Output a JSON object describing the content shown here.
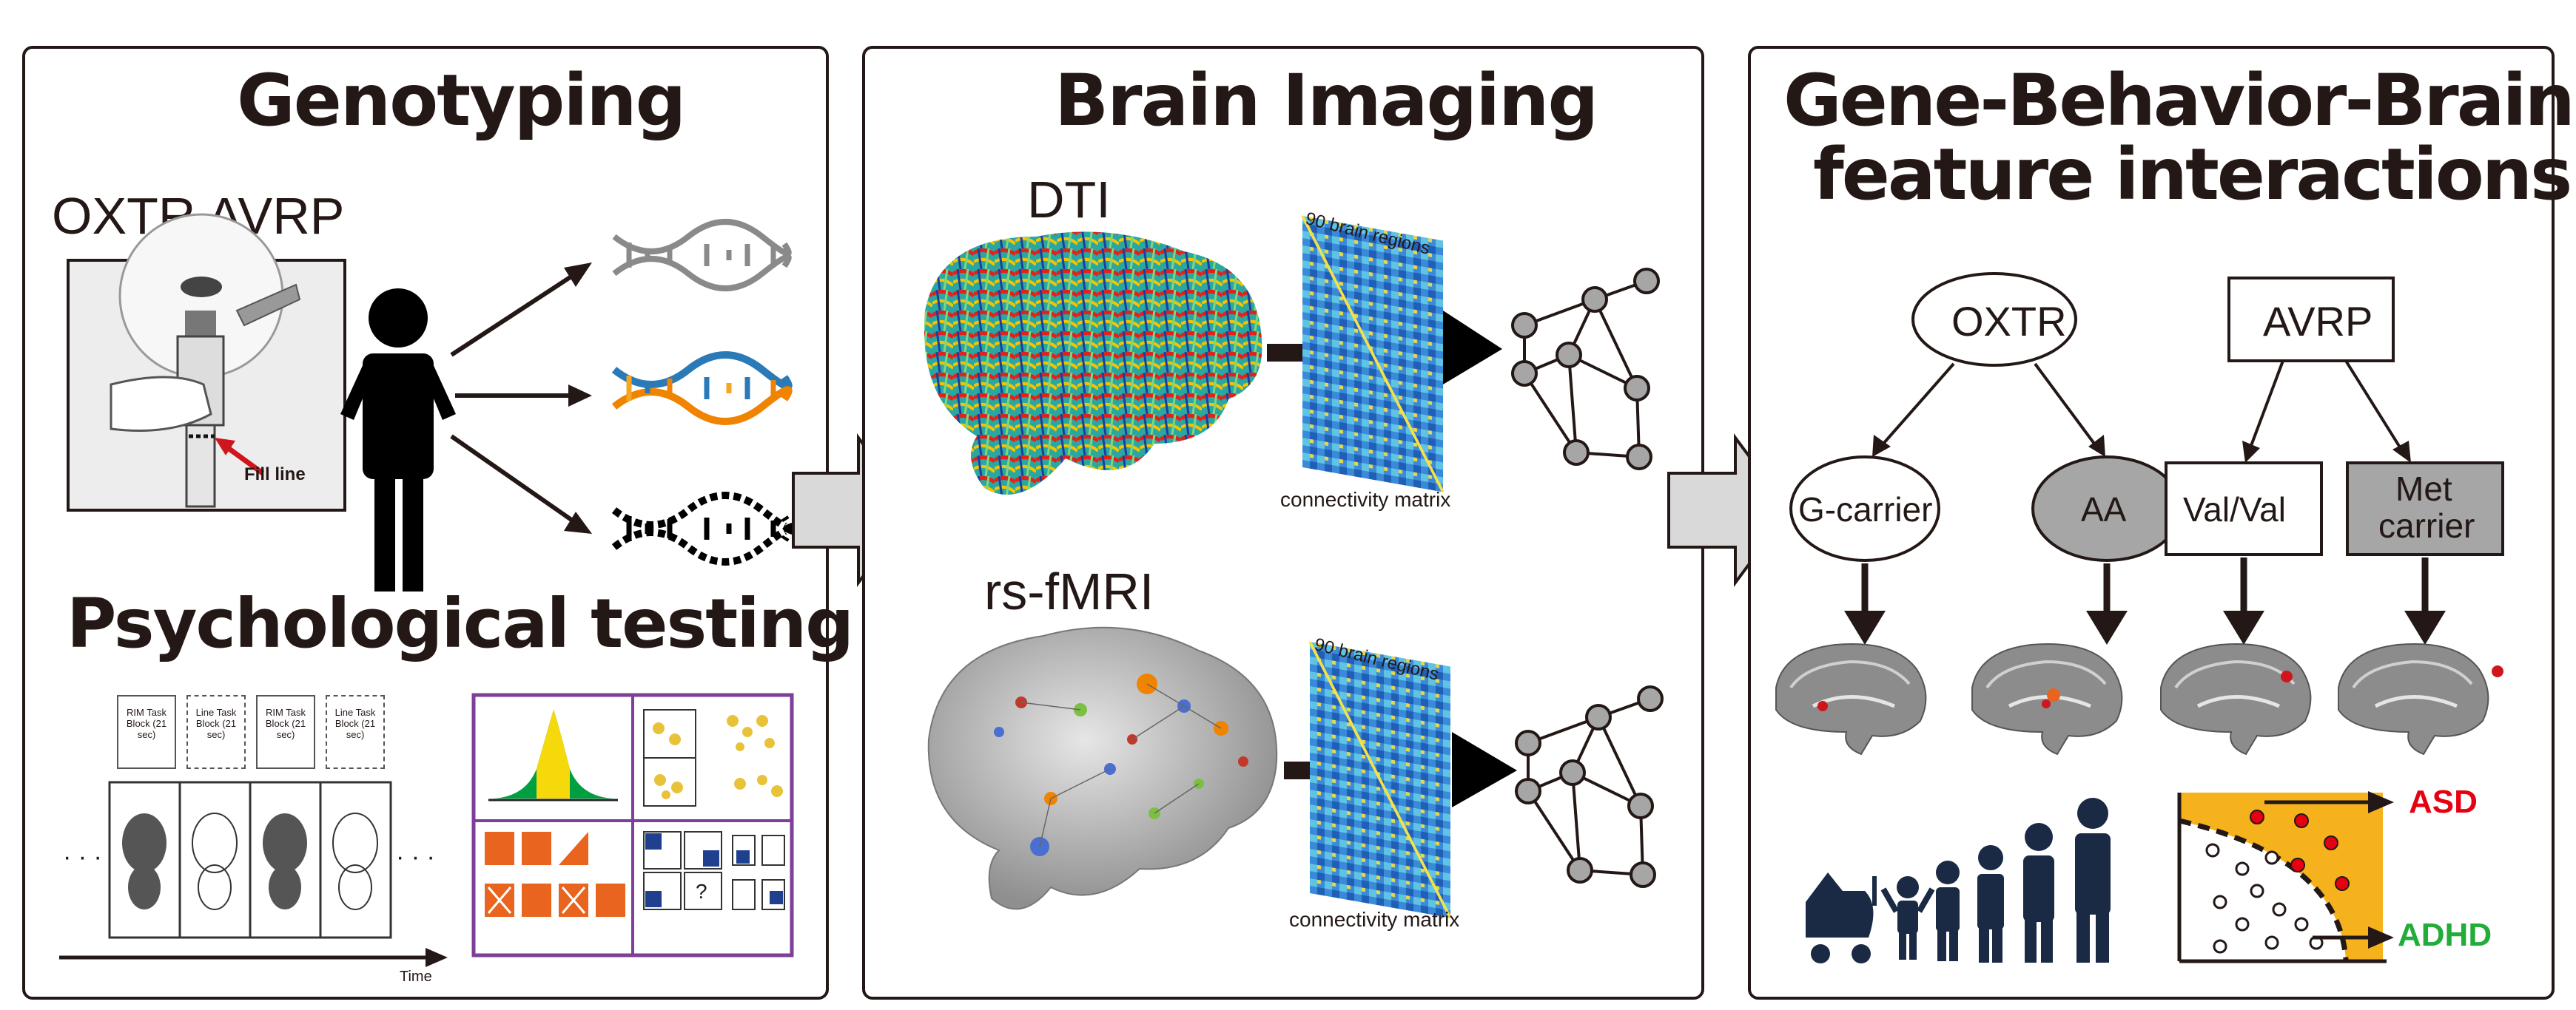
{
  "panels": {
    "genotyping": {
      "title": "Genotyping",
      "genes_label": "OXTR AVRP",
      "fill_line": "Fill line",
      "psych_title": "Psychological testing",
      "task_blocks": [
        "RIM Task Block (21 sec)",
        "Line Task Block (21 sec)",
        "RIM Task Block (21 sec)",
        "Line Task Block (21 sec)"
      ],
      "time_label": "Time",
      "ellipsis": "· · ·",
      "quiz_mark": "?"
    },
    "imaging": {
      "title": "Brain Imaging",
      "dti": "DTI",
      "rsfmri": "rs-fMRI",
      "regions": "90 brain regions",
      "matrix": "connectivity matrix"
    },
    "interactions": {
      "title_line1": "Gene-Behavior-Brain",
      "title_line2": "feature interactions",
      "oxtr": "OXTR",
      "avrp": "AVRP",
      "g_carrier": "G-carrier",
      "aa": "AA",
      "val_val": "Val/Val",
      "met_line1": "Met",
      "met_line2": "carrier",
      "asd": "ASD",
      "adhd": "ADHD"
    }
  },
  "colors": {
    "border": "#231815",
    "arrow_fill": "#d9d9d9",
    "node_grey": "#a6a6a6",
    "asd_red": "#e60012",
    "adhd_green": "#22ac38",
    "orange": "#f08300",
    "purple_frame": "#7d3f98",
    "silhouette": "#1a2a44"
  },
  "icons": [
    "dna-grey-icon",
    "dna-color-icon",
    "dna-black-icon",
    "person-icon",
    "family-silhouettes-icon",
    "stroller-icon",
    "brain-slice-icon",
    "network-graph-icon"
  ]
}
